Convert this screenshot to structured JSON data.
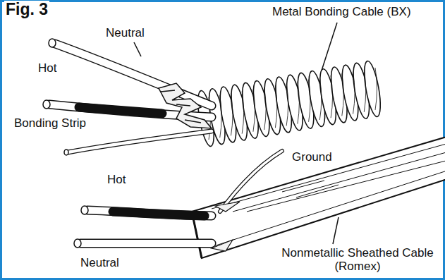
{
  "diagram": {
    "title": "Fig. 3",
    "labels": [
      "Neutral",
      "Hot",
      "Bonding Strip",
      "Metal Bonding Cable (BX)",
      "Ground",
      "Hot",
      "Neutral",
      "Nonmetallic Sheathed Cable (Romex)"
    ]
  }
}
